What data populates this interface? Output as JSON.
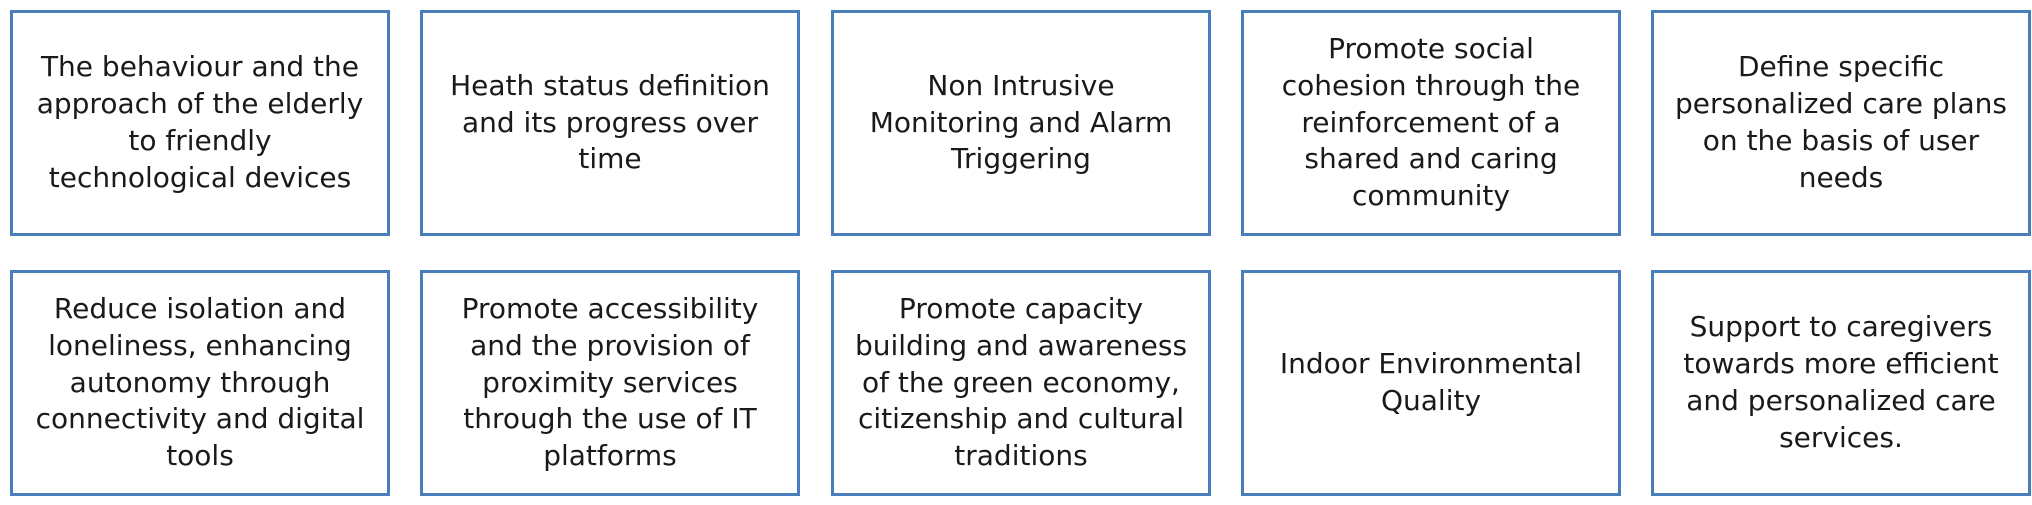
{
  "boxes": [
    {
      "text": "The behaviour and the\napproach of the elderly\nto friendly\ntechnological devices"
    },
    {
      "text": "Heath status definition\nand its progress over\ntime"
    },
    {
      "text": "Non Intrusive\nMonitoring and Alarm\nTriggering"
    },
    {
      "text": "Promote social\ncohesion through the\nreinforcement of a\nshared and caring\ncommunity"
    },
    {
      "text": "Define specific\npersonalized care plans\non the basis of user\nneeds"
    },
    {
      "text": "Reduce isolation and\nloneliness, enhancing\nautonomy through\nconnectivity and digital\ntools"
    },
    {
      "text": "Promote accessibility\nand the provision of\nproximity services\nthrough the use of IT\nplatforms"
    },
    {
      "text": "Promote capacity\nbuilding  and awareness\nof the green economy,\ncitizenship and cultural\ntraditions"
    },
    {
      "text": "Indoor Environmental\nQuality"
    },
    {
      "text": "Support to caregivers\ntowards more efficient\nand personalized care\nservices."
    }
  ],
  "colors": {
    "border": "#4a7ebb",
    "text": "#1a1a1a",
    "background": "#ffffff"
  }
}
